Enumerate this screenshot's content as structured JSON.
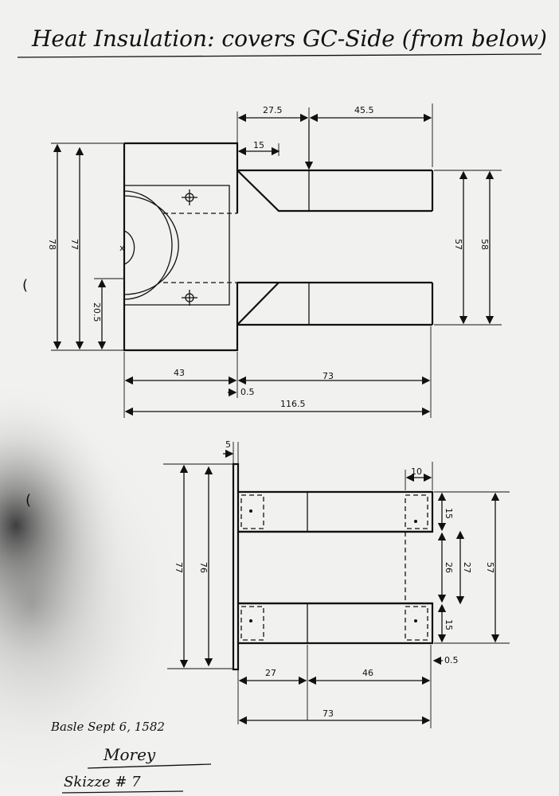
{
  "title": "Heat Insulation: covers GC-Side (from below)",
  "top_view": {
    "dims": {
      "d27_5": "27.5",
      "d45_5": "45.5",
      "d15": "15",
      "d78": "78",
      "d77": "77",
      "d20_5": "20.5",
      "d57": "57",
      "d58": "58",
      "d43": "43",
      "d73": "73",
      "d0_5": "0.5",
      "d116_5": "116.5"
    },
    "center_mark": "x"
  },
  "bottom_view": {
    "dims": {
      "d5": "5",
      "d10": "10",
      "d77": "77",
      "d76": "76",
      "d15a": "15",
      "d26": "26",
      "d27": "27",
      "d57": "57",
      "d15b": "15",
      "d0_5": "0.5",
      "d27b": "27",
      "d46": "46",
      "d73": "73"
    }
  },
  "signature": {
    "line1": "Basle Sept 6, 1582",
    "name": "Morey",
    "sheet": "Skizze # 7"
  },
  "colors": {
    "ink": "#111111",
    "paper": "#f1f1ef",
    "smudge": "#2a2a2a"
  }
}
